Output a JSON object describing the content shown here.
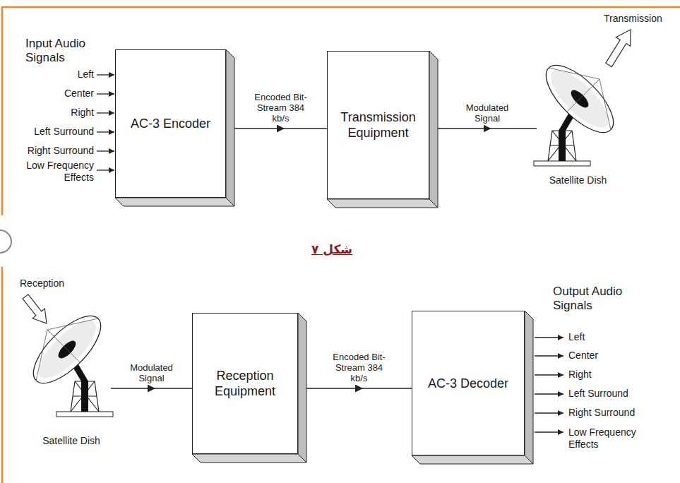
{
  "diagram": {
    "caption": "شکل ۷",
    "nodes": [
      {
        "text": [
          "AC-3 Encoder"
        ]
      },
      {
        "text": [
          "Transmission Equipment"
        ]
      },
      {
        "text": [
          "Satellite Dish"
        ]
      },
      {
        "text": [
          "Satellite Dish"
        ]
      },
      {
        "text": [
          "Reception Equipment"
        ]
      },
      {
        "text": [
          "AC-3 Decoder"
        ]
      }
    ],
    "edges": [
      {
        "from": 0,
        "to": 1,
        "arrow": "to",
        "label": "Encoded Bit-Stream 384 kb/s"
      },
      {
        "from": 1,
        "to": 2,
        "arrow": "to",
        "label": "Modulated Signal"
      },
      {
        "from": 3,
        "to": 4,
        "arrow": "to",
        "label": "Modulated Signal"
      },
      {
        "from": 4,
        "to": 5,
        "arrow": "to",
        "label": "Encoded Bit-Stream 384 kb/s"
      }
    ],
    "labels": [
      "Input Audio Signals",
      "Left",
      "Center",
      "Right",
      "Left Surround",
      "Right Surround",
      "Low Frequency Effects",
      "Transmission",
      "Reception",
      "Output Audio Signals",
      "Left",
      "Center",
      "Right",
      "Left Surround",
      "Right Surround",
      "Low Frequency Effects"
    ]
  }
}
